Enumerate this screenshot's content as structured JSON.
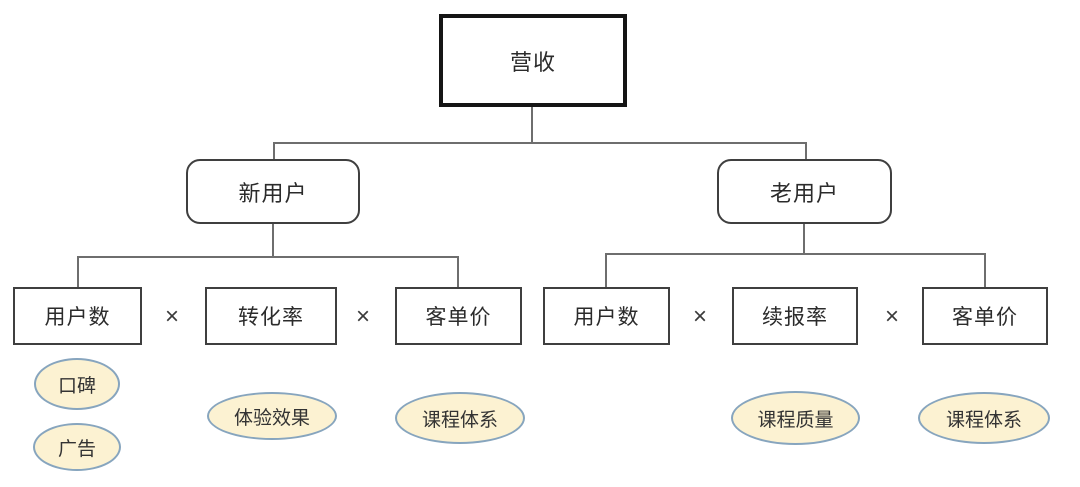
{
  "diagram_title": "revenue-decomposition-tree",
  "operator": "×",
  "root": {
    "label": "营收"
  },
  "branches": [
    {
      "label": "新用户",
      "factors": [
        {
          "label": "用户数",
          "drivers": [
            "口碑",
            "广告"
          ]
        },
        {
          "label": "转化率",
          "drivers": [
            "体验效果"
          ]
        },
        {
          "label": "客单价",
          "drivers": [
            "课程体系"
          ]
        }
      ]
    },
    {
      "label": "老用户",
      "factors": [
        {
          "label": "用户数",
          "drivers": []
        },
        {
          "label": "续报率",
          "drivers": [
            "课程质量"
          ]
        },
        {
          "label": "客单价",
          "drivers": [
            "课程体系"
          ]
        }
      ]
    }
  ],
  "colors": {
    "root_border": "#151515",
    "node_border": "#3f3f3f",
    "connector_line": "#6e6e6e",
    "driver_fill": "#fcf2d2",
    "driver_border": "#87a5be",
    "text": "#2b2b2b",
    "background": "#ffffff"
  }
}
